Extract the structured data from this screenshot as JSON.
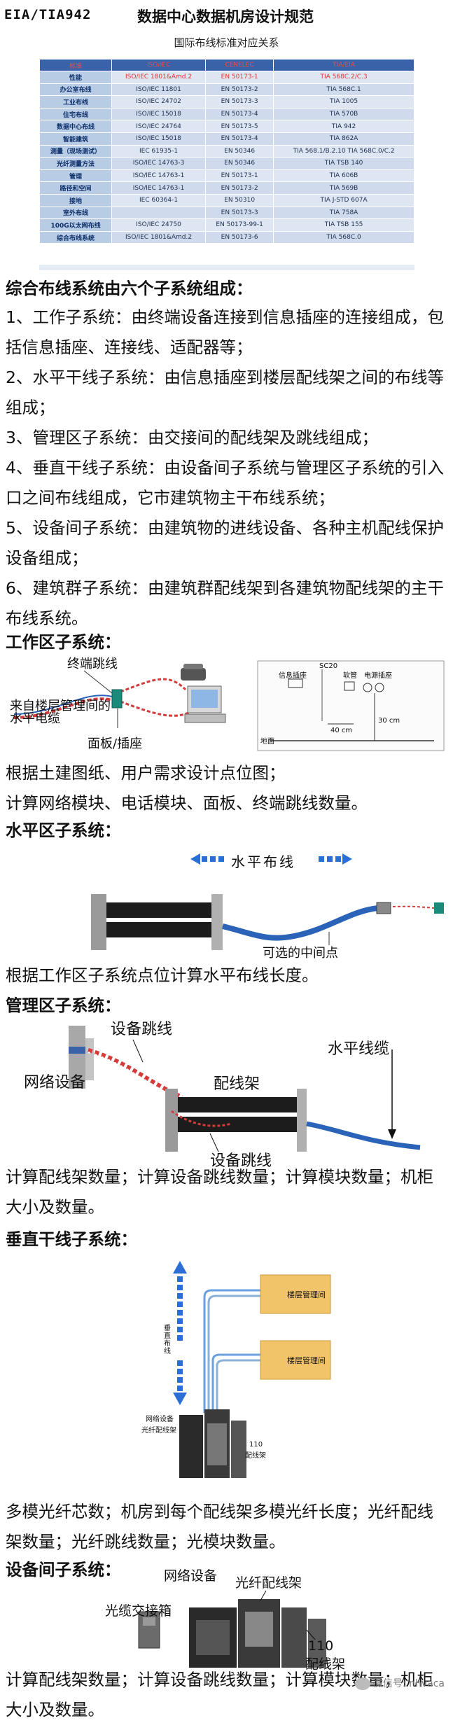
{
  "header": {
    "left_title": "EIA/TIA942",
    "main_title": "数据中心数据机房设计规范",
    "table_caption": "国际布线标准对应关系"
  },
  "standards_table": {
    "columns": [
      "标准",
      "ISO/IEC",
      "CENELEC",
      "TIA/EIA"
    ],
    "rows": [
      [
        "性能",
        "ISO/IEC 1801&Amd.2",
        "EN 50173-1",
        "TIA 568C.2/C.3"
      ],
      [
        "办公室布线",
        "ISO/IEC 11801",
        "EN 50173-2",
        "TIA 568C.1"
      ],
      [
        "工业布线",
        "ISO/IEC 24702",
        "EN 50173-3",
        "TIA 1005"
      ],
      [
        "住宅布线",
        "ISO/IEC 15018",
        "EN 50173-4",
        "TIA 570B"
      ],
      [
        "数据中心布线",
        "ISO/IEC 24764",
        "EN 50173-5",
        "TIA 942"
      ],
      [
        "智能建筑",
        "ISO/IEC 15018",
        "EN 50173-4",
        "TIA 862A"
      ],
      [
        "测量（现场测试）",
        "IEC 61935-1",
        "EN 50346",
        "TIA 568.1/B.2.10 TIA 568C.0/C.2"
      ],
      [
        "光纤测量方法",
        "ISO/IEC 14763-3",
        "EN 50346",
        "TIA TSB 140"
      ],
      [
        "管理",
        "ISO/IEC 14763-1",
        "EN 50173-1",
        "TIA 606B"
      ],
      [
        "路径和空间",
        "ISO/IEC 14763-1",
        "EN 50173-2",
        "TIA 569B"
      ],
      [
        "接地",
        "IEC 60364-1",
        "EN 50310",
        "TIA J-STD 607A"
      ],
      [
        "室外布线",
        "",
        "EN 50173-3",
        "TIA 758A"
      ],
      [
        "100G以太网布线",
        "ISO/IEC 24750",
        "EN 50173-99-1",
        "TIA TSB 155"
      ],
      [
        "综合布线系统",
        "ISO/IEC 1801&Amd.2",
        "EN 50173-6",
        "TIA 568C.0"
      ]
    ]
  },
  "text": {
    "section_title": "综合布线系统由六个子系统组成：",
    "item1": "1、工作子系统：由终端设备连接到信息插座的连接组成，包括信息插座、连接线、适配器等；",
    "item2": "2、水平干线子系统：由信息插座到楼层配线架之间的布线等组成；",
    "item3": "3、管理区子系统：由交接间的配线架及跳线组成；",
    "item4": "4、垂直干线子系统：由设备间子系统与管理区子系统的引入口之间布线组成，它市建筑物主干布线系统；",
    "item5": "5、设备间子系统：由建筑物的进线设备、各种主机配线保护设备组成；",
    "item6": "6、建筑群子系统：由建筑群配线架到各建筑物配线架的主干布线系统。"
  },
  "work_area": {
    "heading": "工作区子系统：",
    "label_jumper": "终端跳线",
    "label_from": "来自楼层管理间的水平电缆",
    "label_panel": "面板/插座",
    "label_sc20": "SC20",
    "label_info": "信息插座",
    "label_phone": "软管",
    "label_power": "电源插座",
    "label_40cm": "40 cm",
    "label_30cm": "30 cm",
    "label_floor": "地面",
    "note1": "根据土建图纸、用户需求设计点位图；",
    "note2": "计算网络模块、电话模块、面板、终端跳线数量。"
  },
  "horizontal": {
    "heading": "水平区子系统：",
    "label_horizontal": "水平布线",
    "label_optional": "可选的中间点",
    "note": "根据工作区子系统点位计算水平布线长度。"
  },
  "management": {
    "heading": "管理区子系统：",
    "label_jumper_top": "设备跳线",
    "label_network": "网络设备",
    "label_panel": "配线架",
    "label_horizontal_cable": "水平线缆",
    "label_jumper_bottom": "设备跳线",
    "note": "计算配线架数量；计算设备跳线数量；计算模块数量；机柜大小及数量。"
  },
  "vertical": {
    "heading": "垂直干线子系统：",
    "label_floor_mgmt1": "楼层管理间",
    "label_floor_mgmt2": "楼层管理间",
    "label_vertical_side": "垂直布线",
    "label_network": "网络设备",
    "label_fiber_panel": "光纤配线架",
    "label_110": "110",
    "label_110_panel": "配线架",
    "note": "多模光纤芯数；机房到每个配线架多模光纤长度；光纤配线架数量；光纤跳线数量；光模块数量。"
  },
  "equipment": {
    "heading": "设备间子系统：",
    "label_network": "网络设备",
    "label_fiber_panel": "光纤配线架",
    "label_cross_box": "光缆交接箱",
    "label_110": "110",
    "label_110_panel": "配线架",
    "note": "计算配线架数量；计算设备跳线数量；计算模块数量；机柜大小及数量。"
  },
  "watermark": "微信号: nhvaca",
  "colors": {
    "table_header_bg": "#3a62a8",
    "table_header_text": "#f24b4b",
    "table_cell_bg": "#dde6f2",
    "accent_blue": "#2b6fd6",
    "cable_blue": "#2a63b8",
    "cable_red": "#d63b3b"
  }
}
